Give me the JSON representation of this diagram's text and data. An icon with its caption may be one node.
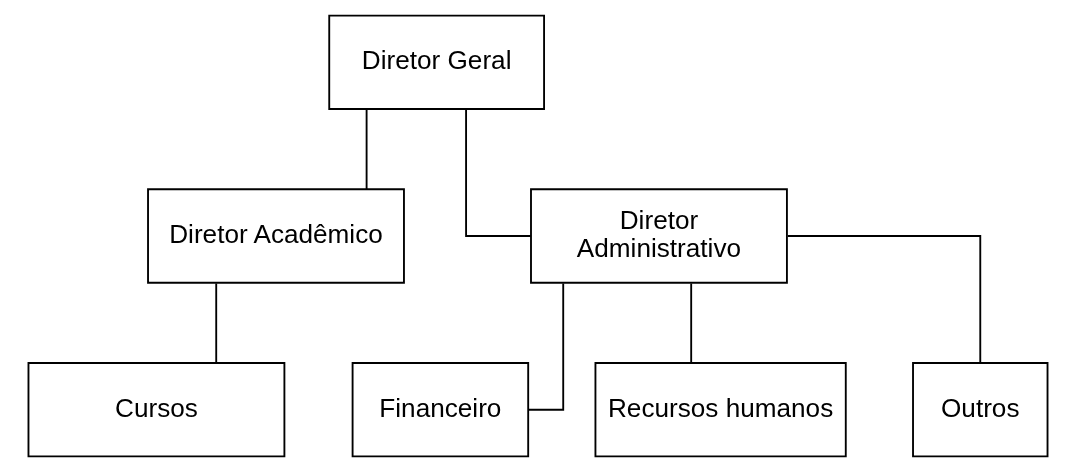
{
  "diagram": {
    "nodes": [
      {
        "text": [
          "Diretor Geral"
        ]
      },
      {
        "text": [
          "Diretor Acadêmico"
        ]
      },
      {
        "text": [
          "Diretor Administrativo"
        ]
      },
      {
        "text": [
          "Cursos"
        ]
      },
      {
        "text": [
          "Financeiro"
        ]
      },
      {
        "text": [
          "Recursos humanos"
        ]
      },
      {
        "text": [
          "Outros"
        ]
      }
    ],
    "edges": [
      {
        "from": 0,
        "to": 1,
        "arrow": "none"
      },
      {
        "from": 0,
        "to": 2,
        "arrow": "none"
      },
      {
        "from": 1,
        "to": 3,
        "arrow": "none"
      },
      {
        "from": 2,
        "to": 4,
        "arrow": "none"
      },
      {
        "from": 2,
        "to": 5,
        "arrow": "none"
      },
      {
        "from": 2,
        "to": 6,
        "arrow": "none"
      }
    ]
  }
}
